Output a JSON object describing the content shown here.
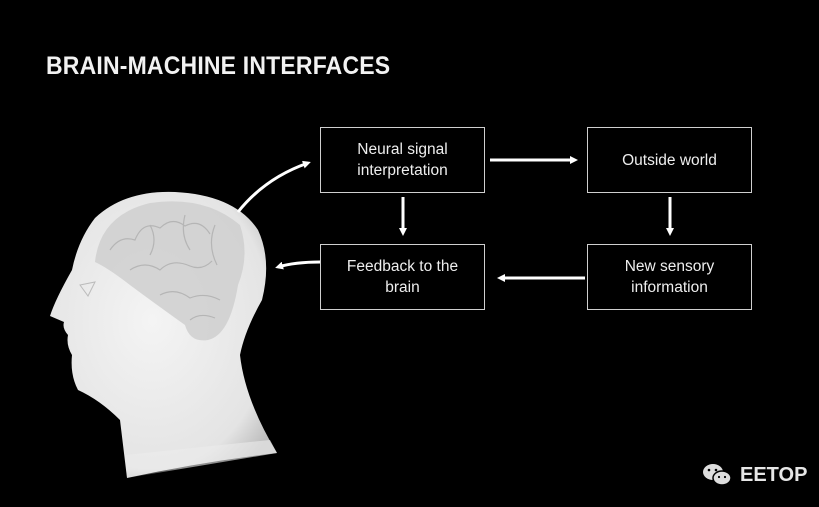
{
  "title": "BRAIN-MACHINE INTERFACES",
  "nodes": {
    "neural": "Neural signal interpretation",
    "outside": "Outside world",
    "feedback": "Feedback to the brain",
    "sensory": "New sensory information"
  },
  "watermark": {
    "text": "EETOP",
    "icon": "wechat-icon"
  }
}
